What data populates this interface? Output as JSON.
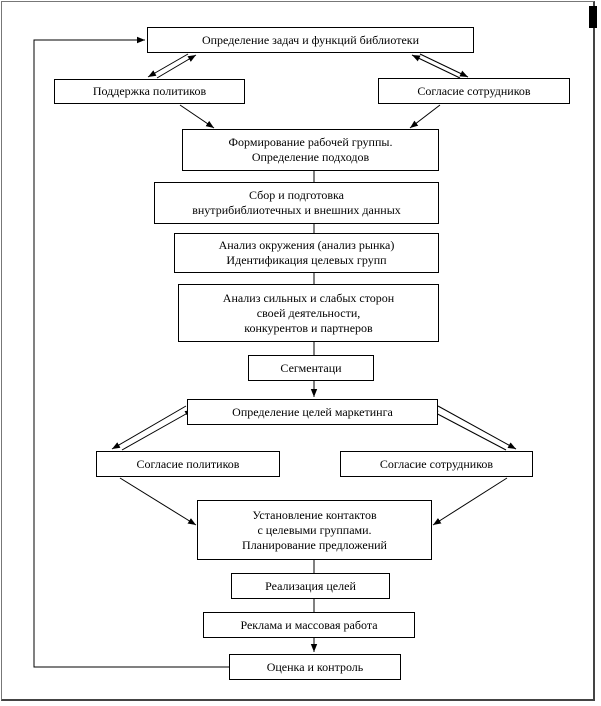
{
  "diagram": {
    "nodes": {
      "tasks_functions": "Определение задач и функций библиотеки",
      "support_politicians": "Поддержка политиков",
      "consent_staff_top": "Согласие сотрудников",
      "working_group": "Формирование рабочей группы.\nОпределение подходов",
      "data_collection": "Сбор и подготовка\nвнутрибиблиотечных и внешних данных",
      "environment_analysis": "Анализ окружения (анализ рынка)\nИдентификация целевых групп",
      "swot_analysis": "Анализ сильных и слабых сторон\nсвоей деятельности,\nконкурентов и партнеров",
      "segmentation": "Сегментаци",
      "marketing_goals": "Определение целей маркетинга",
      "consent_politicians": "Согласие политиков",
      "consent_staff_bottom": "Согласие сотрудников",
      "contacts": "Установление контактов\nс целевыми группами.\nПланирование предложений",
      "goal_realization": "Реализация целей",
      "advertising": "Реклама и массовая работа",
      "evaluation_control": "Оценка и контроль"
    }
  }
}
